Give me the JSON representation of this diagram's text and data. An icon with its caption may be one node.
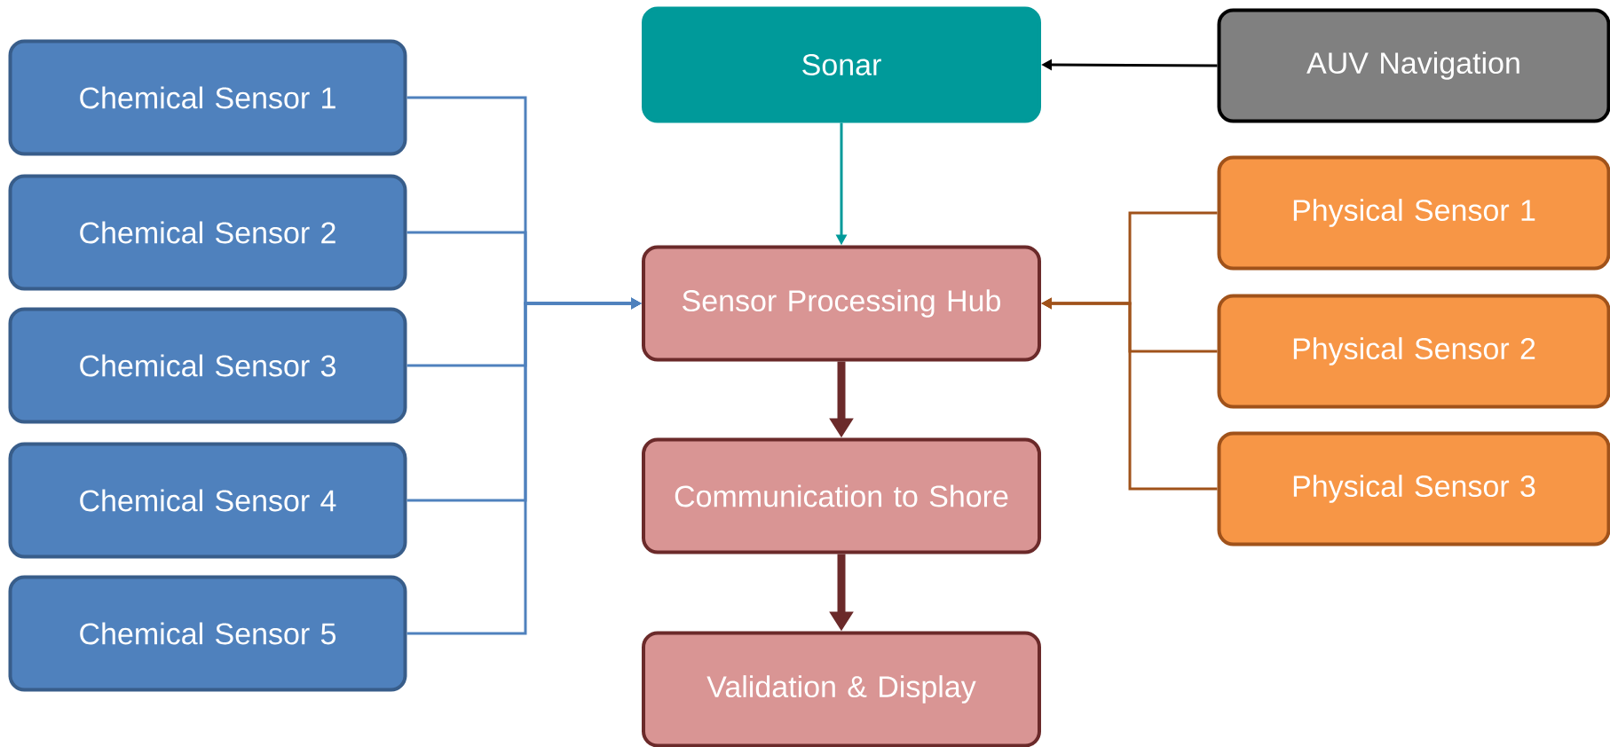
{
  "diagram": {
    "nodes": [
      {
        "text": [
          "Chemical Sensor 1"
        ]
      },
      {
        "text": [
          "Chemical Sensor 2"
        ]
      },
      {
        "text": [
          "Chemical Sensor 3"
        ]
      },
      {
        "text": [
          "Chemical Sensor 4"
        ]
      },
      {
        "text": [
          "Chemical Sensor 5"
        ]
      },
      {
        "text": [
          "Sonar"
        ]
      },
      {
        "text": [
          "AUV Navigation"
        ]
      },
      {
        "text": [
          "Sensor Processing Hub"
        ]
      },
      {
        "text": [
          "Physical Sensor 1"
        ]
      },
      {
        "text": [
          "Physical Sensor 2"
        ]
      },
      {
        "text": [
          "Physical Sensor 3"
        ]
      },
      {
        "text": [
          "Communication to Shore"
        ]
      },
      {
        "text": [
          "Validation & Display"
        ]
      }
    ],
    "edges": [
      {
        "from": 0,
        "to": 7,
        "arrow": "to"
      },
      {
        "from": 1,
        "to": 7,
        "arrow": "to"
      },
      {
        "from": 2,
        "to": 7,
        "arrow": "to"
      },
      {
        "from": 3,
        "to": 7,
        "arrow": "to"
      },
      {
        "from": 4,
        "to": 7,
        "arrow": "to"
      },
      {
        "from": 6,
        "to": 5,
        "arrow": "to",
        "color": "#000000"
      },
      {
        "from": 5,
        "to": 7,
        "arrow": "to",
        "color": "#009a9a"
      },
      {
        "from": 8,
        "to": 7,
        "arrow": "to",
        "color": "#a0521a"
      },
      {
        "from": 9,
        "to": 7,
        "arrow": "to",
        "color": "#a0521a"
      },
      {
        "from": 10,
        "to": 7,
        "arrow": "to",
        "color": "#a0521a"
      },
      {
        "from": 7,
        "to": 11,
        "arrow": "to",
        "style": "thick",
        "color": "#6b2a2a"
      },
      {
        "from": 11,
        "to": 12,
        "arrow": "to",
        "style": "thick",
        "color": "#6b2a2a"
      }
    ]
  }
}
